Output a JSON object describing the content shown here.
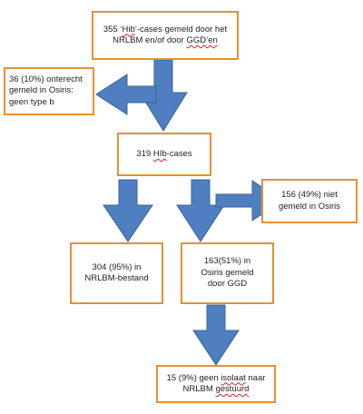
{
  "colors": {
    "box_border": "#e8902f",
    "arrow_fill": "#4f7fc0",
    "arrow_stroke": "#3a6396",
    "spellcheck_underline": "#d22222"
  },
  "boxes": {
    "top": {
      "line1_a": "355 ‘",
      "line1_hib": "Hib",
      "line1_b": "’-cases gemeld door het",
      "line2_a": "NRLBM en/of door ",
      "line2_ggden": "GGD’en"
    },
    "onterecht": {
      "line1": "36 (10%) onterecht",
      "line2": "gemeld in Osiris:",
      "line3": "geen type b"
    },
    "middle": {
      "count": "319 ",
      "hib": "HIb",
      "suffix": "-cases"
    },
    "niet_gemeld": {
      "line1": "156 (49%) niet",
      "line2": "gemeld in Osiris"
    },
    "nrlbm": {
      "line1": "304 (95%) in",
      "line2": "NRLBM-bestand"
    },
    "osiris": {
      "line1": "163(51%) in",
      "line2": "Osiris gemeld",
      "line3": "door GGD"
    },
    "isolaat": {
      "line1_a": "15 (9%) geen ",
      "line1_isolaat": "isolaat",
      "line1_b": " naar",
      "line2_a": "NRLBM ",
      "line2_gestuurd": "gestuurd"
    }
  }
}
